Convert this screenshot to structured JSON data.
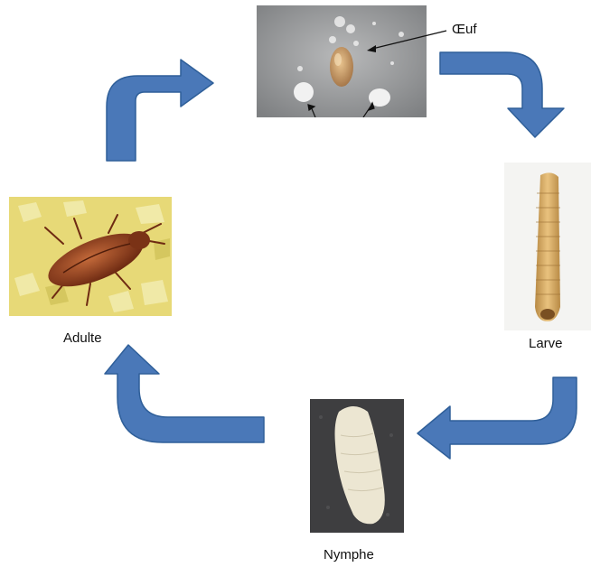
{
  "stages": {
    "egg": {
      "label": "Œuf"
    },
    "larva": {
      "label": "Larve"
    },
    "pupa": {
      "label": "Nymphe"
    },
    "adult": {
      "label": "Adulte"
    }
  },
  "colors": {
    "arrow_fill": "#4a78b8",
    "arrow_stroke": "#2f5f99"
  }
}
